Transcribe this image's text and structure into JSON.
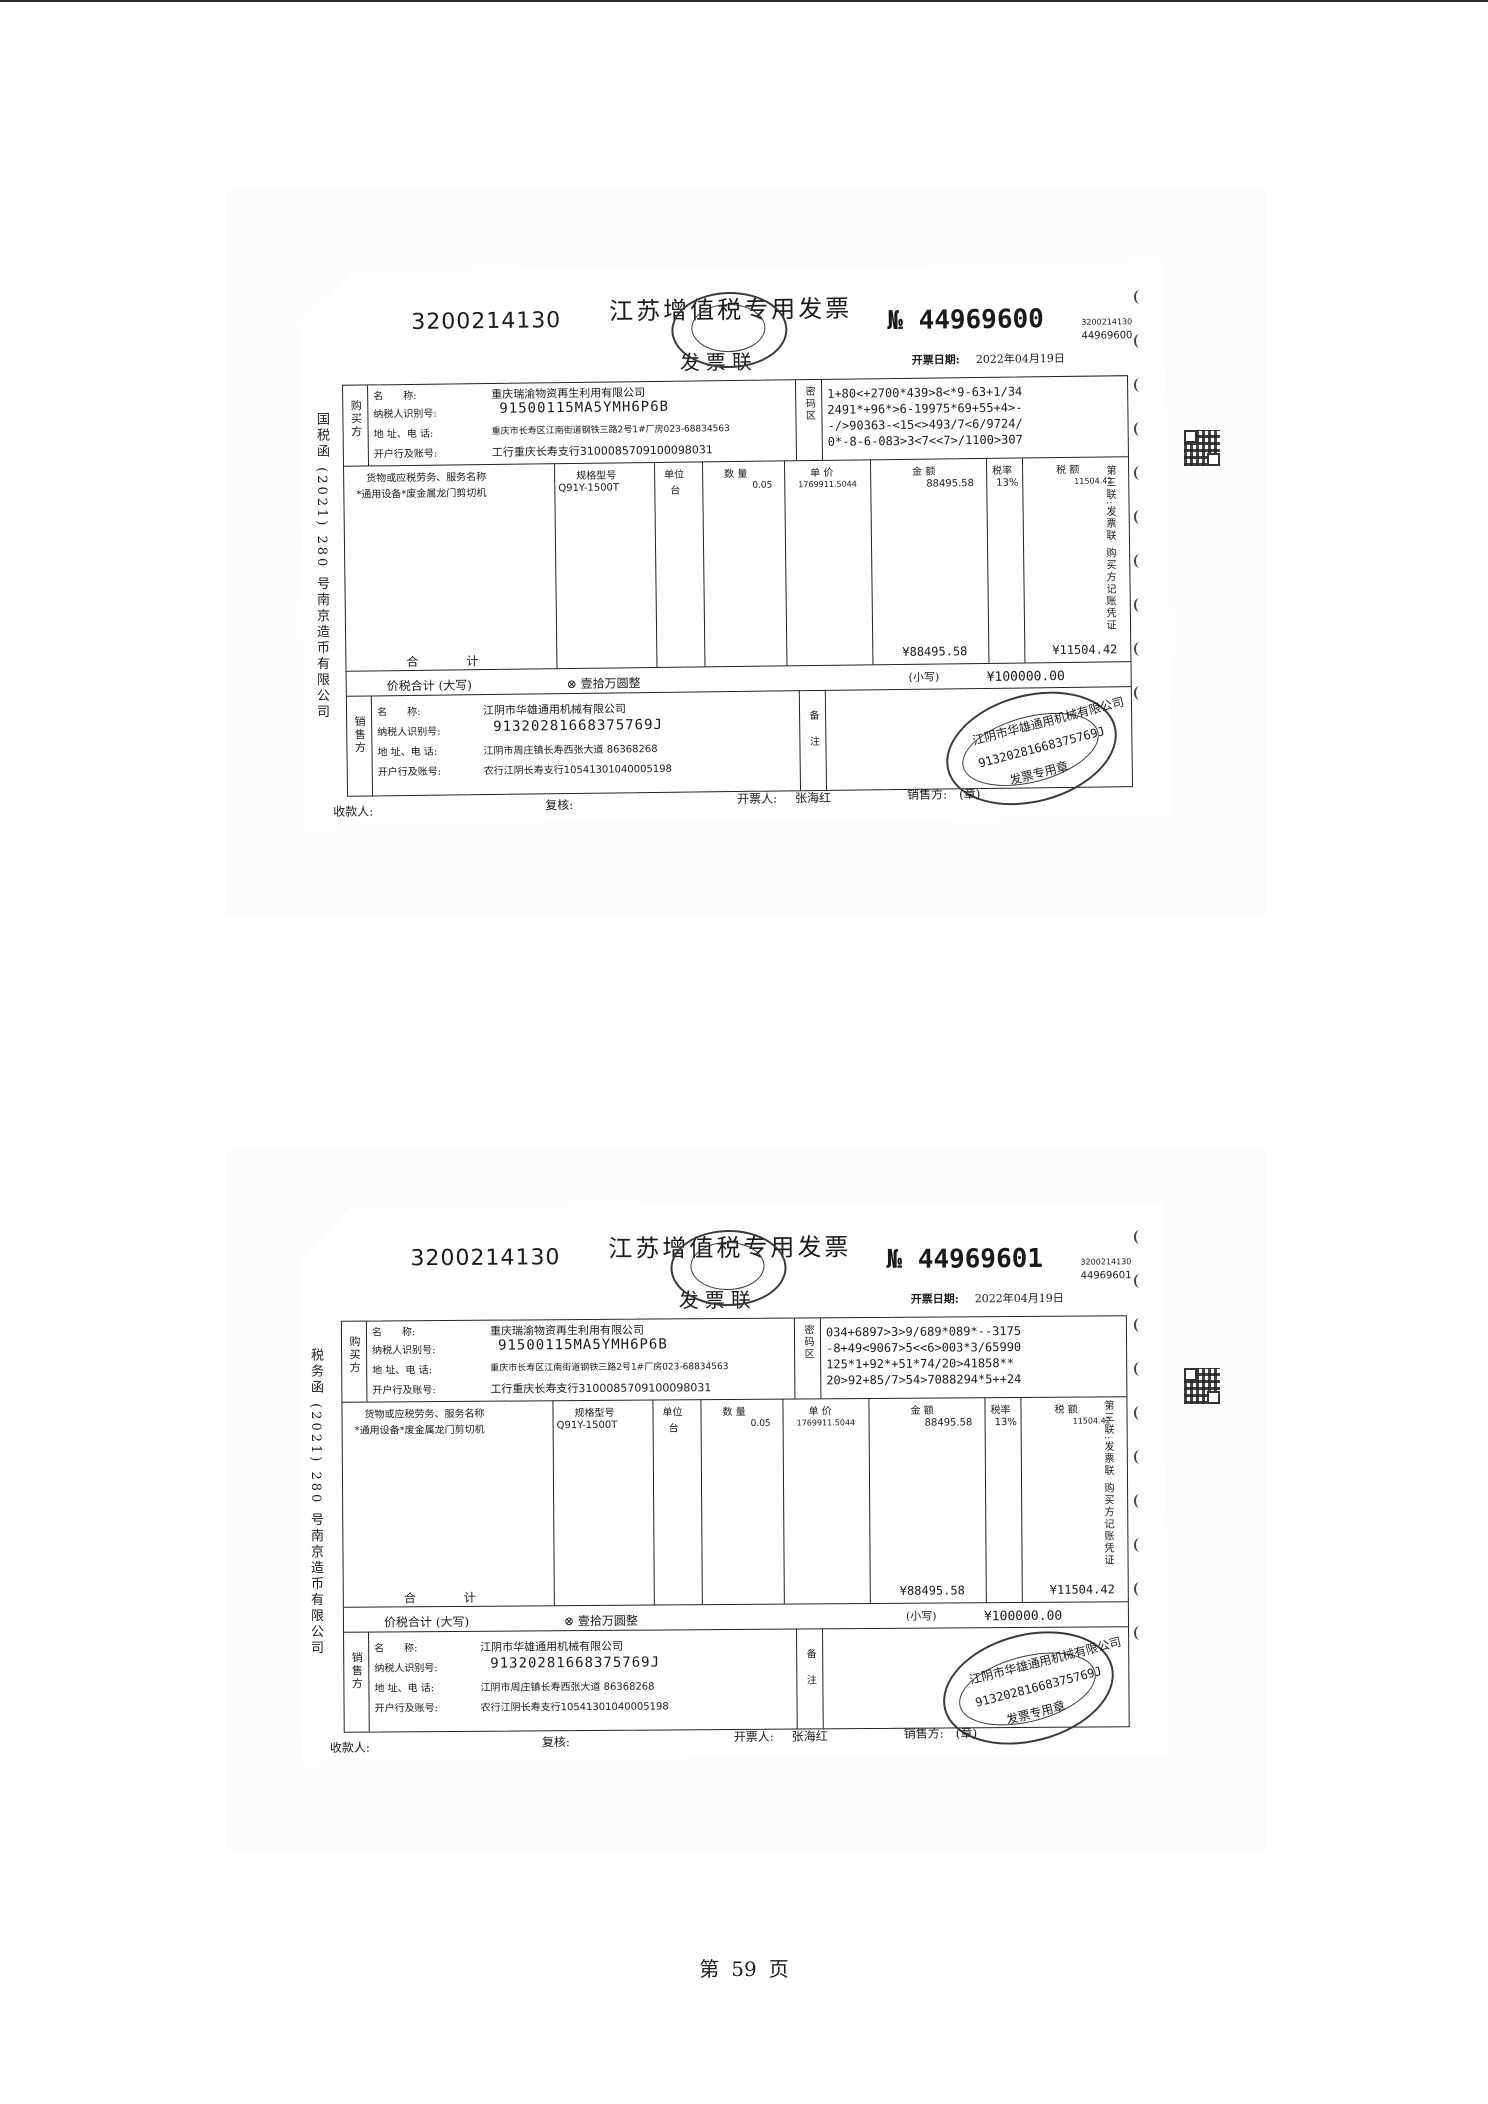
{
  "footer": {
    "prefix": "第",
    "page": "59",
    "suffix": "页"
  },
  "invoices": [
    {
      "code": "3200214130",
      "title": "江苏增值税专用发票",
      "copy_label": "发票联",
      "number": "№ 44969600",
      "small_code": "3200214130",
      "small_number": "44969600",
      "date_label": "开票日期:",
      "date": "2022年04月19日",
      "cipher": [
        "1+80<+2700*439>8<*9-63+1/34",
        "2491*+96*>6-19975*69+55+4>-",
        "-/>90363-<15<>493/7<6/9724/",
        "0*-8-6-083>3<7<<7>/1100>307"
      ],
      "side_left": "国税函 (2021) 280 号南京造币有限公司",
      "side_right": "第三联:发票联 购买方记账凭证"
    },
    {
      "code": "3200214130",
      "title": "江苏增值税专用发票",
      "copy_label": "发票联",
      "number": "№ 44969601",
      "small_code": "3200214130",
      "small_number": "44969601",
      "date_label": "开票日期:",
      "date": "2022年04月19日",
      "cipher": [
        "034+6897>3>9/689*089*--3175",
        "-8+49<9067>5<<6>003*3/65990",
        "125*1+92*+51*74/20>41858**",
        "20>92+85/7>54>7088294*5++24"
      ],
      "side_left": "税务函 (2021) 280 号南京造币有限公司",
      "side_right": "第三联:发票联 购买方记账凭证"
    }
  ],
  "common": {
    "buyer_label": "购买方",
    "seller_label": "销售方",
    "name_label": "名　　称:",
    "taxid_label": "纳税人识别号:",
    "addr_label": "地 址、电 话:",
    "bank_label": "开户行及账号:",
    "cipher_label": "密码区",
    "remarks_label": "备注",
    "buyer": {
      "name": "重庆瑞渝物资再生利用有限公司",
      "taxid": "91500115MA5YMH6P6B",
      "addr": "重庆市长寿区江南街道钢铁三路2号1#厂房023-68834563",
      "bank": "工行重庆长寿支行3100085709100098031"
    },
    "seller": {
      "name": "江阴市华雄通用机械有限公司",
      "taxid": "91320281668375769J",
      "addr": "江阴市周庄镇长寿西张大道 86368268",
      "bank": "农行江阴长寿支行10541301040005198"
    },
    "headers": [
      "货物或应税劳务、服务名称",
      "规格型号",
      "单位",
      "数 量",
      "单 价",
      "金 额",
      "税率",
      "税 额"
    ],
    "item": {
      "name": "*通用设备*废金属龙门剪切机",
      "model": "Q91Y-1500T",
      "unit": "台",
      "qty": "0.05",
      "price": "1769911.5044",
      "amount": "88495.58",
      "rate": "13%",
      "tax": "11504.42"
    },
    "total_label": "合　　　　计",
    "total_amount": "¥88495.58",
    "total_tax": "¥11504.42",
    "grand_label": "价税合计 (大写)",
    "grand_words": "⊗ 壹拾万圆整",
    "grand_small_label": "(小写)",
    "grand_small": "¥100000.00",
    "payee_label": "收款人:",
    "reviewer_label": "复核:",
    "issuer_label": "开票人:",
    "issuer": "张海红",
    "seller_sign_label": "销售方:",
    "seller_sign": "(章)",
    "stamp_text": "91320281668375769J",
    "stamp_title": "江阴市华雄通用机械有限公司",
    "stamp_bottom": "发票专用章"
  }
}
